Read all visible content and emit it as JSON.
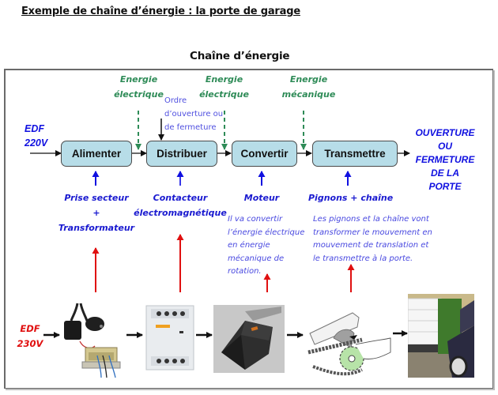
{
  "page": {
    "title": "Exemple de chaîne d’énergie : la porte de garage",
    "chain_title": "Chaîne d’énergie"
  },
  "chain": {
    "input_label": [
      "EDF",
      "220V"
    ],
    "blocks": [
      {
        "label": "Alimenter"
      },
      {
        "label": "Distribuer"
      },
      {
        "label": "Convertir"
      },
      {
        "label": "Transmettre"
      }
    ],
    "energies": [
      {
        "line1": "Energie",
        "line2": "électrique"
      },
      {
        "line1": "Energie",
        "line2": "électrique"
      },
      {
        "line1": "Energie",
        "line2": "mécanique"
      }
    ],
    "order": [
      "Ordre",
      "d’ouverture ou",
      "de fermeture"
    ],
    "output": [
      "OUVERTURE",
      "OU",
      "FERMETURE",
      "DE LA",
      "PORTE"
    ]
  },
  "components": [
    {
      "lines": [
        "Prise secteur",
        "+",
        "Transformateur"
      ]
    },
    {
      "lines": [
        "Contacteur",
        "électromagnétique"
      ]
    },
    {
      "lines": [
        "Moteur"
      ]
    },
    {
      "lines": [
        "Pignons + chaîne"
      ]
    }
  ],
  "descriptions": {
    "moteur": [
      "Il va convertir",
      "l’énergie électrique",
      "en énergie",
      "mécanique de",
      "rotation."
    ],
    "pignons": [
      "Les pignons et la chaîne vont",
      "transformer le mouvement en",
      "mouvement de translation et",
      "le transmettre à la porte."
    ]
  },
  "bottom": {
    "input_label": [
      "EDF",
      "230V"
    ],
    "images": [
      {
        "name": "prise-transformateur-image"
      },
      {
        "name": "contacteur-image"
      },
      {
        "name": "moteur-image"
      },
      {
        "name": "pignon-chaine-image"
      },
      {
        "name": "porte-garage-image"
      }
    ]
  },
  "colors": {
    "block_fill": "#b7dde8",
    "energy_green": "#2e8b57",
    "info_blue": "#1010e0",
    "red_arrow": "#e01010"
  }
}
